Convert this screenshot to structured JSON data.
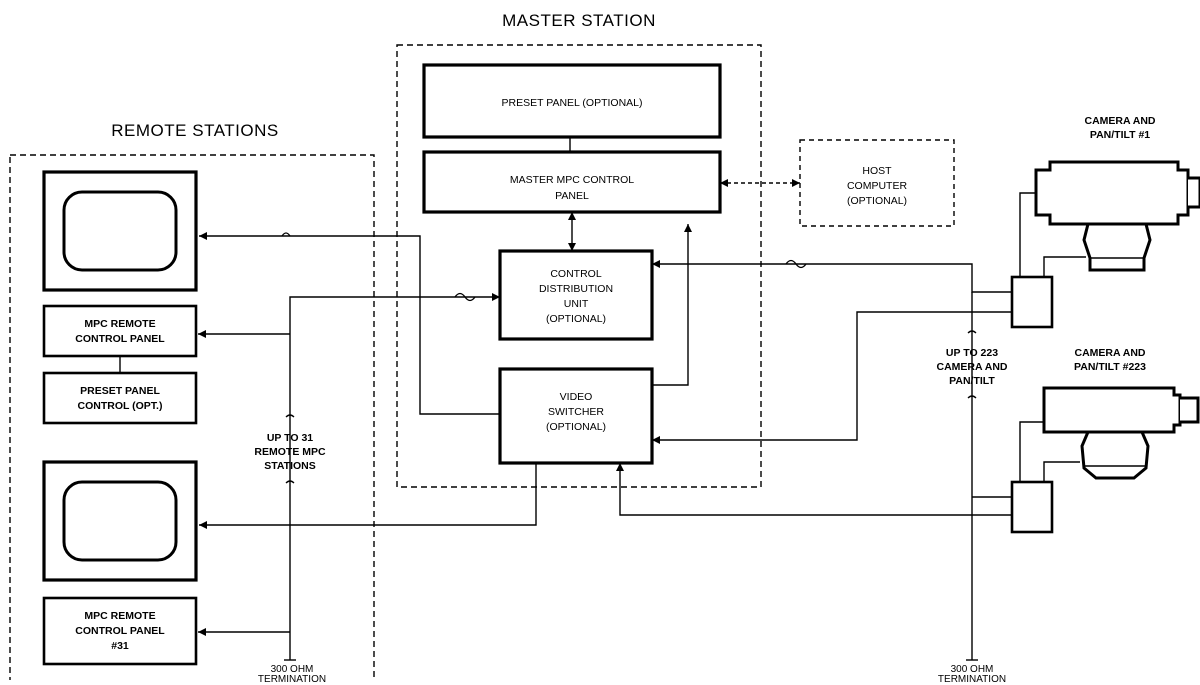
{
  "sections": {
    "master": "MASTER STATION",
    "remote": "REMOTE STATIONS"
  },
  "boxes": {
    "preset_panel": "PRESET PANEL (OPTIONAL)",
    "master_mpc": [
      "MASTER MPC CONTROL",
      "PANEL"
    ],
    "host": [
      "HOST",
      "COMPUTER",
      "(OPTIONAL)"
    ],
    "control_dist": [
      "CONTROL",
      "DISTRIBUTION",
      "UNIT",
      "(OPTIONAL)"
    ],
    "video_switcher": [
      "VIDEO",
      "SWITCHER",
      "(OPTIONAL)"
    ],
    "mpc_remote": [
      "MPC REMOTE",
      "CONTROL PANEL"
    ],
    "preset_remote": [
      "PRESET PANEL",
      "CONTROL (OPT.)"
    ],
    "mpc_remote_31": [
      "MPC REMOTE",
      "CONTROL PANEL",
      "#31"
    ]
  },
  "labels": {
    "up_to_31": [
      "UP TO 31",
      "REMOTE MPC",
      "STATIONS"
    ],
    "up_to_223": [
      "UP TO 223",
      "CAMERA AND",
      "PAN/TILT"
    ],
    "termination_left": [
      "300 OHM",
      "TERMINATION"
    ],
    "termination_right": [
      "300 OHM",
      "TERMINATION"
    ],
    "camera_1": [
      "CAMERA AND",
      "PAN/TILT #1"
    ],
    "camera_223": [
      "CAMERA AND",
      "PAN/TILT #223"
    ]
  }
}
